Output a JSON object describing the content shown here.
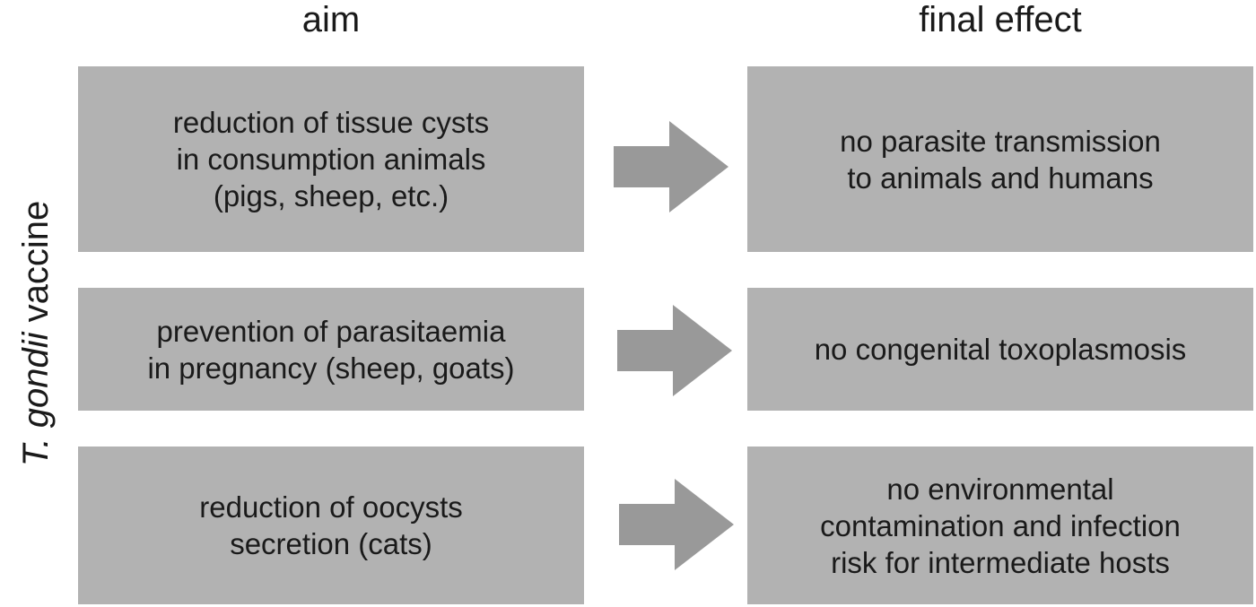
{
  "headers": {
    "aim": "aim",
    "final_effect": "final effect"
  },
  "side_label": {
    "italic": "T. gondii",
    "rest": " vaccine"
  },
  "rows": [
    {
      "aim": "reduction of tissue cysts\nin consumption animals\n(pigs, sheep, etc.)",
      "effect": "no parasite transmission\nto animals and humans"
    },
    {
      "aim": "prevention of parasitaemia\nin pregnancy (sheep, goats)",
      "effect": "no congenital toxoplasmosis"
    },
    {
      "aim": "reduction of oocysts\nsecretion (cats)",
      "effect": "no environmental\ncontamination and infection\nrisk for intermediate hosts"
    }
  ],
  "colors": {
    "box_fill": "#b2b2b2",
    "arrow_fill": "#999999",
    "text": "#1a1a1a"
  },
  "icons": [
    "right-arrow-icon"
  ]
}
